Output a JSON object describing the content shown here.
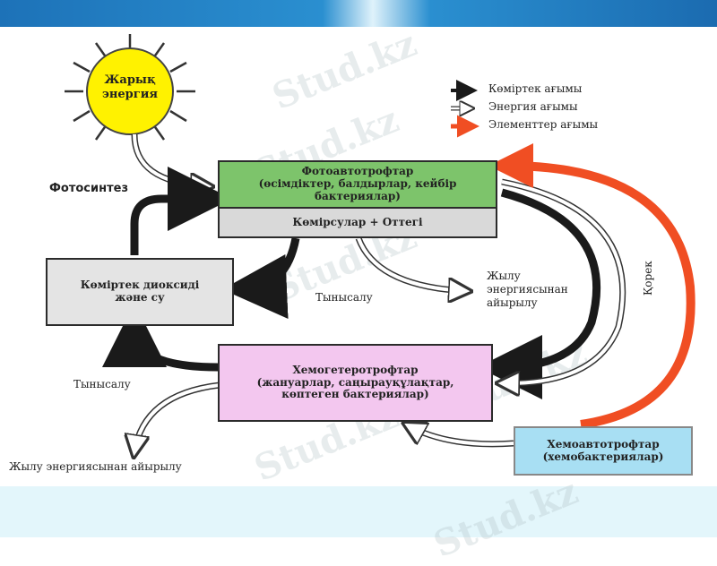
{
  "watermark": "Stud.kz",
  "sun": {
    "line1": "Жарық",
    "line2": "энергия"
  },
  "legend": {
    "carbon": "Көміртек ағымы",
    "energy": "Энергия ағымы",
    "elements": "Элементтер ағымы"
  },
  "photosynthesis_label": "Фотосинтез",
  "photo_box": {
    "title": "Фотоавтотрофтар",
    "line2": "(өсімдіктер, балдырлар, кейбір",
    "line3": "бактериялар)",
    "bottom": "Көмірсулар + Оттегі"
  },
  "co2_box": {
    "line1": "Көміртек диоксиді",
    "line2": "және су"
  },
  "respiration_center": "Тынысалу",
  "heat_right": {
    "line1": "Жылу",
    "line2": "энергиясынан",
    "line3": "айырылу"
  },
  "korek": "Қорек",
  "chemo_box": {
    "title": "Хемогетеротрофтар",
    "line2": "(жануарлар, саңырауқұлақтар,",
    "line3": "көптеген бактериялар)"
  },
  "respiration_left": "Тынысалу",
  "heat_bottom": "Жылу энергиясынан айырылу",
  "chemoauto_box": {
    "line1": "Хемоавтотрофтар",
    "line2": "(хемобактериялар)"
  },
  "colors": {
    "sun": "#fff200",
    "photo_top": "#7dc46b",
    "photo_bottom": "#d9d9d9",
    "co2_box": "#e4e4e4",
    "chemo_box": "#f3c7ef",
    "chemoauto_box": "#a8dff3",
    "elements_arrow": "#f04e23"
  }
}
